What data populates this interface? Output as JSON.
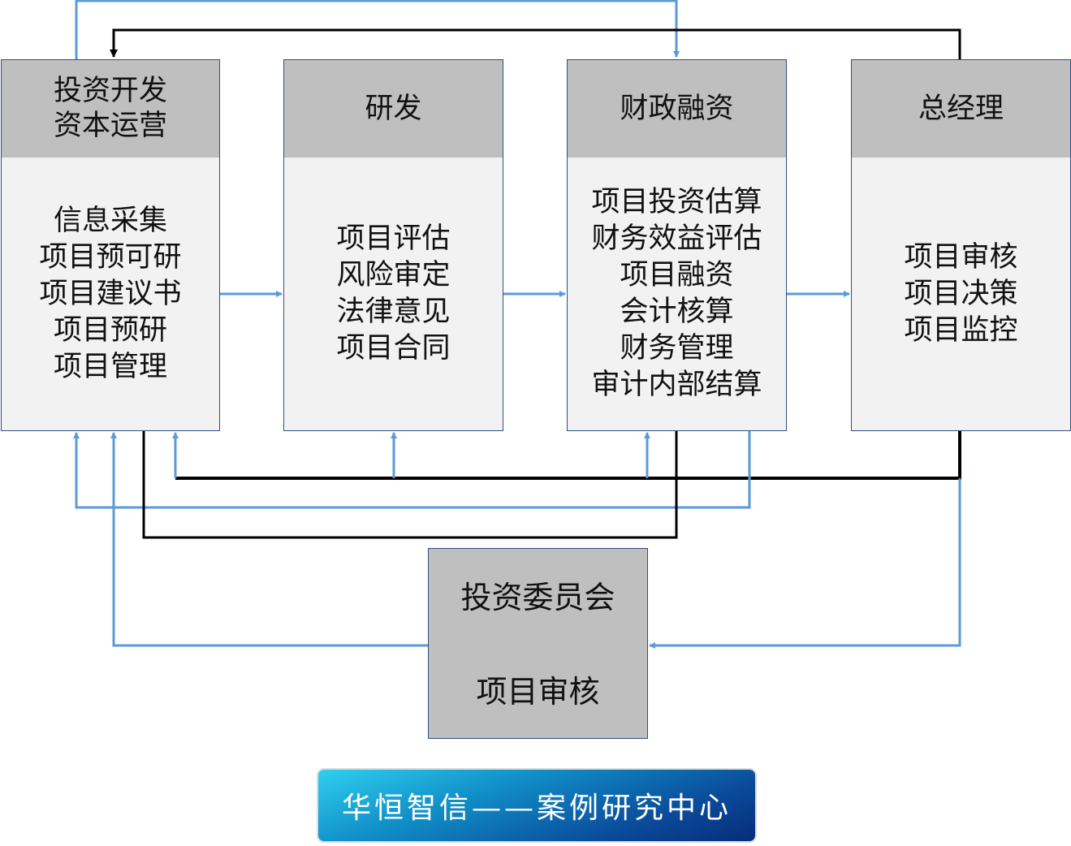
{
  "colors": {
    "blue": "#5b9bd5",
    "black": "#000000",
    "header": "#bfbfbf",
    "body": "#f2f2f2"
  },
  "boxes": [
    {
      "title": [
        "投资开发",
        "资本运营"
      ],
      "items": [
        "信息采集",
        "项目预可研",
        "项目建议书",
        "项目预研",
        "项目管理"
      ]
    },
    {
      "title": [
        "研发"
      ],
      "items": [
        "项目评估",
        "风险审定",
        "法律意见",
        "项目合同"
      ]
    },
    {
      "title": [
        "财政融资"
      ],
      "items": [
        "项目投资估算",
        "财务效益评估",
        "项目融资",
        "会计核算",
        "财务管理",
        "审计内部结算"
      ]
    },
    {
      "title": [
        "总经理"
      ],
      "items": [
        "项目审核",
        "项目决策",
        "项目监控"
      ]
    }
  ],
  "committee": {
    "title": "投资委员会",
    "item": "项目审核"
  },
  "banner": "华恒智信——案例研究中心"
}
